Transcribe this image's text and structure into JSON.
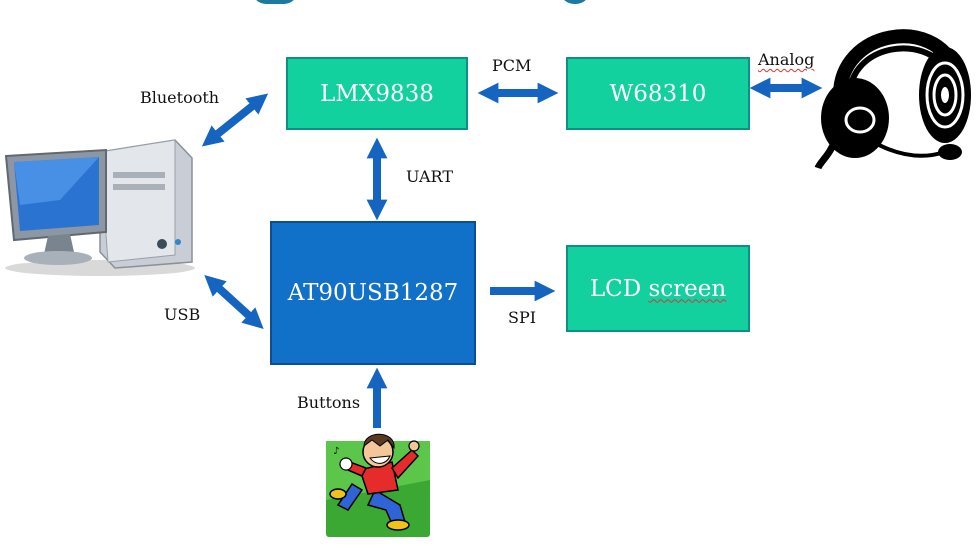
{
  "blocks": {
    "lmx": "LMX9838",
    "w68": "W68310",
    "at90": "AT90USB1287",
    "lcd_word1": "LCD",
    "lcd_word2": "screen"
  },
  "labels": {
    "pcm": "PCM",
    "analog": "Analog",
    "bluetooth": "Bluetooth",
    "uart": "UART",
    "usb": "USB",
    "spi": "SPI",
    "buttons": "Buttons"
  },
  "colors": {
    "green_block": "#13d19e",
    "blue_block": "#1170c8",
    "arrow": "#1565c0"
  },
  "icons": [
    "desktop-computer-icon",
    "headset-icon",
    "dancing-person-icon"
  ]
}
